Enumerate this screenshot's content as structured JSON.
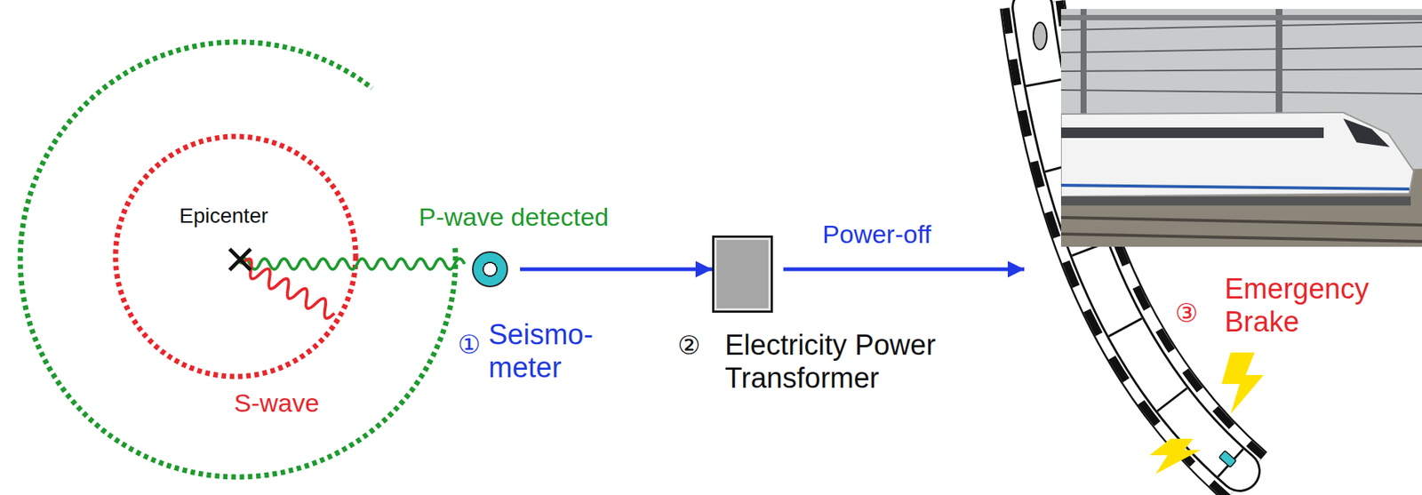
{
  "diagram": {
    "nodes": [
      {
        "text": [
          "Seismo- meter"
        ]
      },
      {
        "text": [
          "Electricity Power Transformer"
        ]
      },
      {
        "text": [
          "Emergency Brake"
        ]
      }
    ],
    "edges": [
      {
        "from": 0,
        "to": 1,
        "arrow": "to"
      },
      {
        "from": 1,
        "to": 2,
        "label": "Power-off",
        "arrow": "to"
      }
    ],
    "labels": [
      "Epicenter",
      "P-wave detected",
      "S-wave",
      "①",
      "②",
      "③"
    ]
  }
}
